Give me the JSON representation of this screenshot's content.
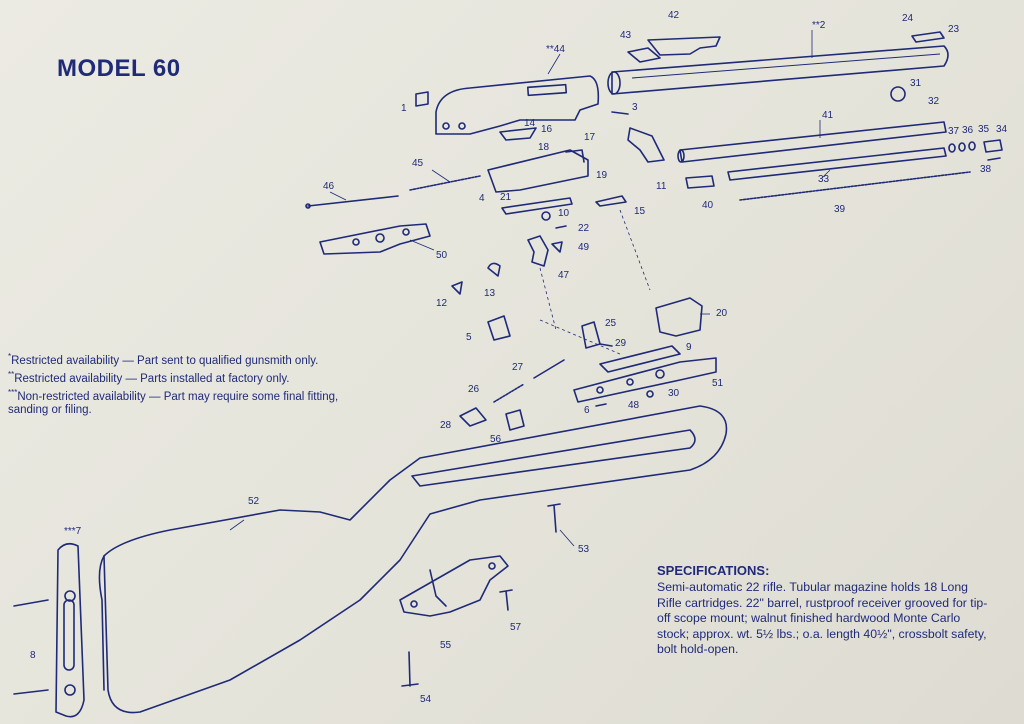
{
  "title": "MODEL 60",
  "notes": [
    {
      "mark": "*",
      "text": "Restricted availability — Part sent to qualified gunsmith only."
    },
    {
      "mark": "**",
      "text": "Restricted availability — Parts installed at factory only."
    },
    {
      "mark": "***",
      "text": "Non-restricted availability — Part may require some final fitting, sanding or filing."
    }
  ],
  "specifications": {
    "heading": "SPECIFICATIONS:",
    "body": "Semi-automatic 22 rifle. Tubular magazine holds 18 Long Rifle cartridges. 22\" barrel, rustproof receiver grooved for tip-off scope mount; walnut finished hardwood Monte Carlo stock; approx. wt. 5½ lbs.; o.a. length 40½\", crossbolt safety, bolt hold-open."
  },
  "callouts": {
    "p1": "1",
    "p2": "**2",
    "p3": "3",
    "p4": "4",
    "p5": "5",
    "p6": "6",
    "p7": "***7",
    "p8": "8",
    "p9": "9",
    "p10": "10",
    "p11": "11",
    "p12": "12",
    "p13": "13",
    "p14": "14",
    "p15": "15",
    "p16": "16",
    "p17": "17",
    "p18": "18",
    "p19": "19",
    "p20": "20",
    "p21": "21",
    "p22": "22",
    "p23": "23",
    "p24": "24",
    "p25": "25",
    "p26": "26",
    "p27": "27",
    "p28": "28",
    "p29": "29",
    "p30": "30",
    "p31": "31",
    "p32": "32",
    "p33": "33",
    "p34": "34",
    "p35": "35",
    "p36": "36",
    "p37": "37",
    "p38": "38",
    "p39": "39",
    "p40": "40",
    "p41": "41",
    "p42": "42",
    "p43": "43",
    "p44": "**44",
    "p45": "45",
    "p46": "46",
    "p47": "47",
    "p48": "48",
    "p49": "49",
    "p50": "50",
    "p51": "51",
    "p52": "52",
    "p53": "53",
    "p54": "54",
    "p55": "55",
    "p56": "56",
    "p57": "57"
  },
  "colors": {
    "ink": "#1f2a78",
    "paper": "#e8e7df"
  }
}
